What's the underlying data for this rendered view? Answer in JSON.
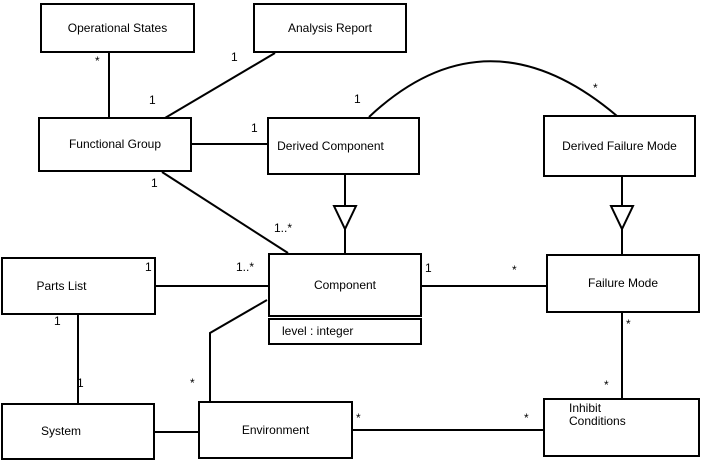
{
  "diagram": {
    "type": "uml-class-diagram",
    "colors": {
      "background": "#ffffff",
      "box_fill": "#ffffff",
      "box_border": "#000000",
      "line": "#000000",
      "text": "#000000"
    },
    "nodes": [
      {
        "id": "operational-states",
        "label": "Operational States"
      },
      {
        "id": "analysis-report",
        "label": "Analysis Report"
      },
      {
        "id": "functional-group",
        "label": "Functional Group"
      },
      {
        "id": "derived-component",
        "label": "Derived Component"
      },
      {
        "id": "derived-failure-mode",
        "label": "Derived Failure Mode"
      },
      {
        "id": "parts-list",
        "label": "Parts List"
      },
      {
        "id": "component",
        "label": "Component",
        "attributes": [
          "level : integer"
        ]
      },
      {
        "id": "failure-mode",
        "label": "Failure Mode"
      },
      {
        "id": "system",
        "label": "System"
      },
      {
        "id": "environment",
        "label": "Environment"
      },
      {
        "id": "inhibit-conditions",
        "label": "Inhibit\nConditions"
      }
    ],
    "labels": [
      {
        "text": "*",
        "assoc": "operational-states--functional-group",
        "end": "operational-states"
      },
      {
        "text": "1",
        "assoc": "functional-group--analysis-report",
        "end": "functional-group"
      },
      {
        "text": "1",
        "assoc": "functional-group--analysis-report",
        "end": "analysis-report"
      },
      {
        "text": "1",
        "assoc": "functional-group--derived-component",
        "end": "derived-component"
      },
      {
        "text": "1",
        "assoc": "derived-component--derived-failure-mode",
        "end": "derived-component"
      },
      {
        "text": "*",
        "assoc": "derived-component--derived-failure-mode",
        "end": "derived-failure-mode"
      },
      {
        "text": "1",
        "assoc": "functional-group--component",
        "end": "functional-group"
      },
      {
        "text": "1..*",
        "assoc": "functional-group--component",
        "end": "component"
      },
      {
        "text": "1",
        "assoc": "parts-list--component",
        "end": "parts-list"
      },
      {
        "text": "1..*",
        "assoc": "parts-list--component",
        "end": "component"
      },
      {
        "text": "1",
        "assoc": "parts-list--system",
        "end": "parts-list"
      },
      {
        "text": "1",
        "assoc": "parts-list--system",
        "end": "system"
      },
      {
        "text": "1",
        "assoc": "component--failure-mode",
        "end": "component"
      },
      {
        "text": "*",
        "assoc": "component--failure-mode",
        "end": "failure-mode"
      },
      {
        "text": "*",
        "assoc": "failure-mode--inhibit-conditions",
        "end": "failure-mode"
      },
      {
        "text": "*",
        "assoc": "failure-mode--inhibit-conditions",
        "end": "inhibit-conditions"
      },
      {
        "text": "*",
        "assoc": "environment--component",
        "end": "environment"
      },
      {
        "text": "*",
        "assoc": "environment--inhibit-conditions",
        "end": "environment"
      },
      {
        "text": "*",
        "assoc": "environment--inhibit-conditions",
        "end": "inhibit-conditions"
      }
    ],
    "associations": [
      {
        "type": "association",
        "from": "Operational States",
        "to": "Functional Group",
        "from_multiplicity": "*",
        "to_multiplicity": ""
      },
      {
        "type": "association",
        "from": "Functional Group",
        "to": "Analysis Report",
        "from_multiplicity": "1",
        "to_multiplicity": "1"
      },
      {
        "type": "association",
        "from": "Functional Group",
        "to": "Derived Component",
        "from_multiplicity": "",
        "to_multiplicity": "1"
      },
      {
        "type": "association",
        "from": "Derived Component",
        "to": "Derived Failure Mode",
        "from_multiplicity": "1",
        "to_multiplicity": "*",
        "style": "arc"
      },
      {
        "type": "generalization",
        "subclass": "Derived Component",
        "superclass": "Component"
      },
      {
        "type": "generalization",
        "subclass": "Derived Failure Mode",
        "superclass": "Failure Mode"
      },
      {
        "type": "association",
        "from": "Functional Group",
        "to": "Component",
        "from_multiplicity": "1",
        "to_multiplicity": "1..*"
      },
      {
        "type": "association",
        "from": "Parts List",
        "to": "Component",
        "from_multiplicity": "1",
        "to_multiplicity": "1..*"
      },
      {
        "type": "association",
        "from": "Parts List",
        "to": "System",
        "from_multiplicity": "1",
        "to_multiplicity": "1"
      },
      {
        "type": "association",
        "from": "System",
        "to": "Environment",
        "from_multiplicity": "",
        "to_multiplicity": ""
      },
      {
        "type": "association",
        "from": "Environment",
        "to": "Component",
        "from_multiplicity": "*",
        "to_multiplicity": ""
      },
      {
        "type": "association",
        "from": "Component",
        "to": "Failure Mode",
        "from_multiplicity": "1",
        "to_multiplicity": "*"
      },
      {
        "type": "association",
        "from": "Failure Mode",
        "to": "Inhibit Conditions",
        "from_multiplicity": "*",
        "to_multiplicity": "*"
      },
      {
        "type": "association",
        "from": "Environment",
        "to": "Inhibit Conditions",
        "from_multiplicity": "*",
        "to_multiplicity": "*"
      }
    ]
  }
}
